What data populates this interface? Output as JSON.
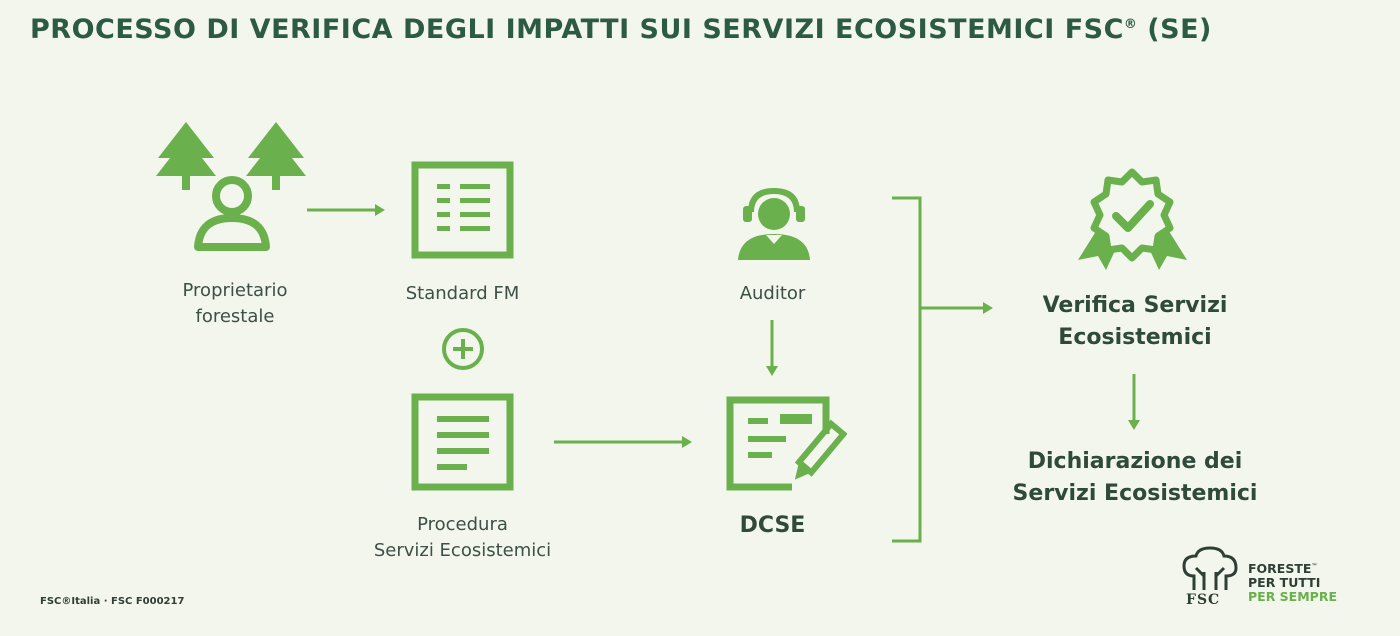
{
  "title": {
    "main": "PROCESSO DI VERIFICA DEGLI IMPATTI SUI SERVIZI ECOSISTEMICI FSC",
    "reg": "®",
    "suffix": " (SE)"
  },
  "nodes": {
    "owner": {
      "line1": "Proprietario",
      "line2": "forestale",
      "icon": "forest-owner-icon"
    },
    "standard": {
      "label": "Standard FM",
      "icon": "document-list-icon"
    },
    "plus": {
      "icon": "plus-circle-icon"
    },
    "procedure": {
      "line1": "Procedura",
      "line2": "Servizi Ecosistemici",
      "icon": "document-lines-icon"
    },
    "auditor": {
      "label": "Auditor",
      "icon": "auditor-headset-icon"
    },
    "dcse": {
      "label": "DCSE",
      "icon": "document-edit-icon"
    },
    "verification": {
      "line1": "Verifica Servizi",
      "line2": "Ecosistemici",
      "icon": "award-badge-icon"
    },
    "declaration": {
      "line1": "Dichiarazione dei",
      "line2": "Servizi Ecosistemici"
    }
  },
  "footer": {
    "left": "FSC®Italia · FSC F000217",
    "logo_text": "FSC",
    "slogan": {
      "l1": "FORESTE",
      "tm": "™",
      "l2": "PER TUTTI",
      "l3": "PER SEMPRE"
    }
  },
  "colors": {
    "accent": "#6ab04c",
    "title": "#2c5a44",
    "text": "#3d4f46",
    "background": "#f3f6ec"
  }
}
